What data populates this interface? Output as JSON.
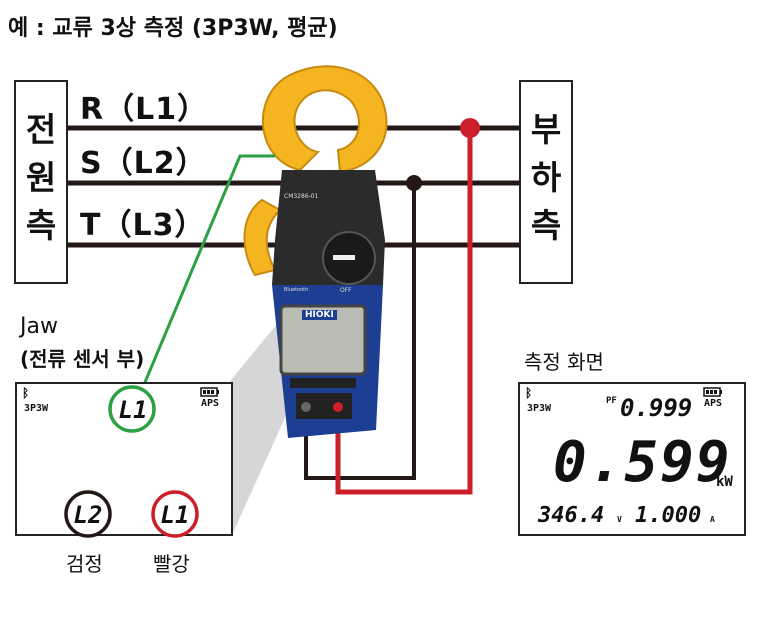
{
  "title": "예 : 교류 3상 측정 (3P3W, 평균)",
  "source_side": {
    "chars": [
      "전",
      "원",
      "측"
    ]
  },
  "load_side": {
    "chars": [
      "부",
      "하",
      "측"
    ]
  },
  "lines": [
    {
      "label": "R（L1）"
    },
    {
      "label": "S（L2）"
    },
    {
      "label": "T（L3）"
    }
  ],
  "jaw_caption": {
    "line1": "Jaw",
    "line2": "(전류 센서 부)"
  },
  "left_display": {
    "mode": "3P3W",
    "aps": "APS",
    "jaw_label": "L1",
    "black_label": "L2",
    "red_label": "L1"
  },
  "probe_captions": {
    "black": "검정",
    "red": "빨강"
  },
  "meas_caption": "측정 화면",
  "right_display": {
    "mode": "3P3W",
    "aps": "APS",
    "pf_label": "PF",
    "pf_value": "0.999",
    "main_value": "0.599",
    "main_unit": "kW",
    "voltage": "346.4",
    "voltage_unit": "V",
    "current": "1.000",
    "current_unit": "A"
  },
  "meter": {
    "brand": "HIOKI",
    "model": "CM3286-01",
    "off": "OFF",
    "bluetooth": "Bluetooth"
  },
  "colors": {
    "yellow": "#f5b521",
    "blue": "#1c3f94",
    "red": "#cc1f2a",
    "green": "#2ca043"
  }
}
